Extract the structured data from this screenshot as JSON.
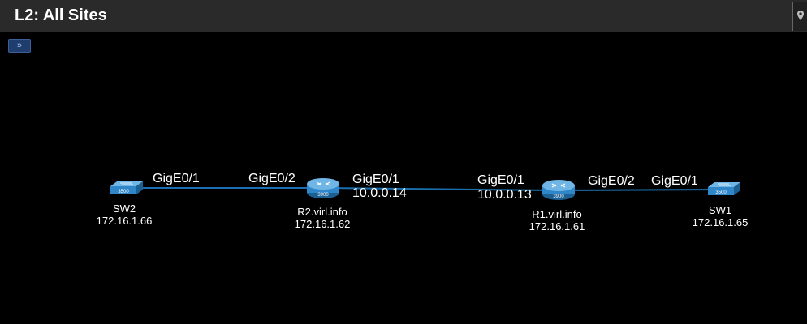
{
  "window": {
    "title": "L2: All Sites"
  },
  "toolbar": {
    "expand_glyph": "»"
  },
  "colors": {
    "link": "#1a6fb0",
    "background": "#000000",
    "device": "#2f86c8"
  },
  "nodes": [
    {
      "id": "sw2",
      "name": "SW2",
      "ip": "172.16.1.66",
      "model": "3500",
      "kind": "switch"
    },
    {
      "id": "r2",
      "name": "R2.virl.info",
      "ip": "172.16.1.62",
      "model": "3900",
      "kind": "router"
    },
    {
      "id": "r1",
      "name": "R1.virl.info",
      "ip": "172.16.1.61",
      "model": "3900",
      "kind": "router"
    },
    {
      "id": "sw1",
      "name": "SW1",
      "ip": "172.16.1.65",
      "model": "3500",
      "kind": "switch"
    }
  ],
  "links": [
    {
      "a_if": "GigE0/1",
      "b_if": "GigE0/2"
    },
    {
      "a_if": "GigE0/1",
      "a_ip": "10.0.0.14",
      "b_if": "GigE0/1",
      "b_ip": "10.0.0.13"
    },
    {
      "a_if": "GigE0/2",
      "b_if": "GigE0/1"
    }
  ]
}
